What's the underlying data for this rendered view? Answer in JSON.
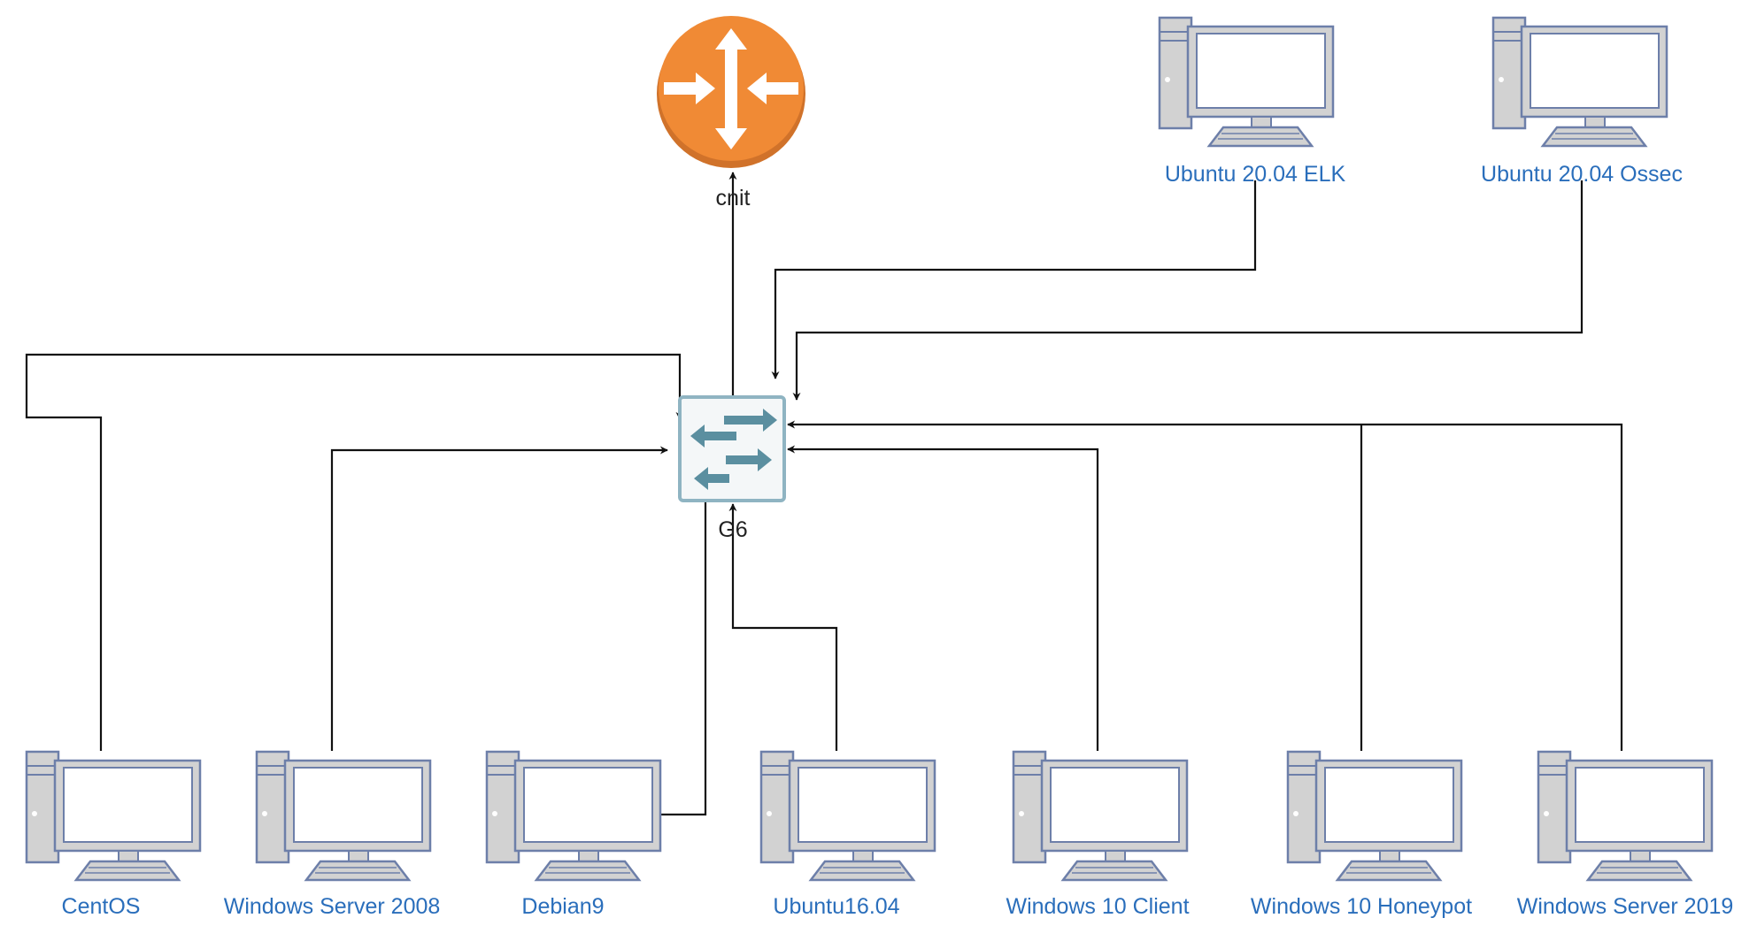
{
  "diagram": {
    "router": {
      "label": "cnit",
      "icon": "router-icon",
      "color": "#f08a35"
    },
    "switch": {
      "label": "G6",
      "icon": "switch-icon",
      "color": "#5b8fa0"
    },
    "hosts": [
      {
        "id": "ubuntu-elk",
        "label": "Ubuntu 20.04 ELK"
      },
      {
        "id": "ubuntu-ossec",
        "label": "Ubuntu 20.04 Ossec"
      },
      {
        "id": "centos",
        "label": "CentOS"
      },
      {
        "id": "win2008",
        "label": "Windows Server 2008"
      },
      {
        "id": "debian9",
        "label": "Debian9"
      },
      {
        "id": "ubuntu1604",
        "label": "Ubuntu16.04"
      },
      {
        "id": "win10-client",
        "label": "Windows 10 Client"
      },
      {
        "id": "win10-honeypot",
        "label": "Windows 10 Honeypot"
      },
      {
        "id": "win2019",
        "label": "Windows Server 2019"
      }
    ],
    "edges": [
      {
        "from": "G6",
        "to": "cnit"
      },
      {
        "from": "Ubuntu 20.04 ELK",
        "to": "G6"
      },
      {
        "from": "Ubuntu 20.04 Ossec",
        "to": "G6"
      },
      {
        "from": "CentOS",
        "to": "G6"
      },
      {
        "from": "Windows Server 2008",
        "to": "G6"
      },
      {
        "from": "Debian9",
        "to": "G6"
      },
      {
        "from": "Ubuntu16.04",
        "to": "G6"
      },
      {
        "from": "Windows 10 Client",
        "to": "G6"
      },
      {
        "from": "Windows 10 Honeypot",
        "to": "G6"
      },
      {
        "from": "Windows Server 2019",
        "to": "G6"
      }
    ],
    "colors": {
      "host_label": "#2a6ebb",
      "computer_frame": "#6d7fa9",
      "computer_screen": "#ffffff",
      "computer_body": "#cfcfcf",
      "edge": "#111111"
    }
  }
}
